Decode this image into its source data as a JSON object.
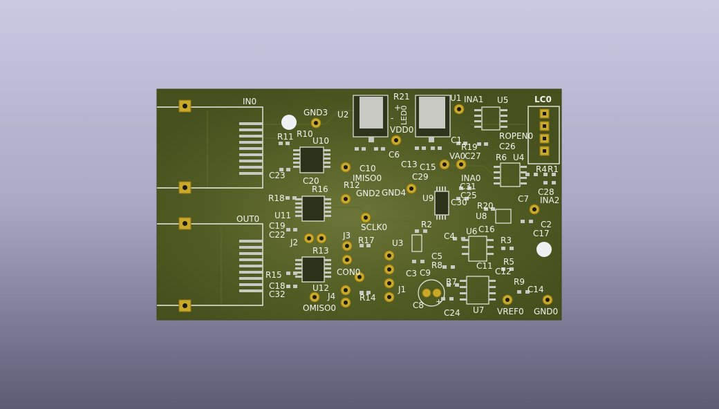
{
  "board": {
    "colors": {
      "solder_mask": "#4f5a24",
      "silkscreen": "#f2f2ee",
      "copper_pad": "#c9a92a",
      "smd_pad": "#c9c9c4"
    },
    "connectors": {
      "in0": "IN0",
      "out0": "OUT0",
      "lc0": "LC0"
    },
    "test_points": {
      "gnd3": "GND3",
      "vdd0": "VDD0",
      "miso_in": "IMISO0",
      "gnd2": "GND2",
      "gnd4": "GND4",
      "va0": "VA0",
      "ina0": "INA0",
      "ina2": "INA2",
      "sclk0": "SCLK0",
      "con0": "CON0",
      "omiso0": "OMISO0",
      "vref0": "VREF0",
      "gnd0": "GND0",
      "ropen0": "ROPEN0",
      "led0": "LED0"
    },
    "refdes": {
      "u1": "U1",
      "u2": "U2",
      "u3": "U3",
      "u4": "U4",
      "u5": "U5",
      "u6": "U6",
      "u7": "U7",
      "u8": "U8",
      "u9": "U9",
      "u10": "U10",
      "u11": "U11",
      "u12": "U12",
      "j1": "J1",
      "j2": "J2",
      "j3": "J3",
      "j4": "J4",
      "r1": "R1",
      "r2": "R2",
      "r3": "R3",
      "r4": "R4",
      "r5": "R5",
      "r6": "R6",
      "r7": "R7",
      "r8": "R8",
      "r9": "R9",
      "r10": "R10",
      "r11": "R11",
      "r12": "R12",
      "r13": "R13",
      "r14": "R14",
      "r15": "R15",
      "r16": "R16",
      "r17": "R17",
      "r18": "R18",
      "r19": "R19",
      "r20": "R20",
      "r21": "R21",
      "c1": "C1",
      "c2": "C2",
      "c3": "C3",
      "c4": "C4",
      "c5": "C5",
      "c6": "C6",
      "c7": "C7",
      "c8": "C8",
      "c9": "C9",
      "c10": "C10",
      "c11": "C11",
      "c12": "C12",
      "c13": "C13",
      "c14": "C14",
      "c15": "C15",
      "c16": "C16",
      "c17": "C17",
      "c18": "C18",
      "c19": "C19",
      "c20": "C20",
      "c22": "C22",
      "c23": "C23",
      "c24": "C24",
      "c25": "C25",
      "c26": "C26",
      "c27": "C27",
      "c28": "C28",
      "c29": "C29",
      "c30": "C30",
      "c31": "C31",
      "c32": "C32",
      "ina1": "INA1",
      "plus": "+",
      "minus": "-"
    }
  }
}
